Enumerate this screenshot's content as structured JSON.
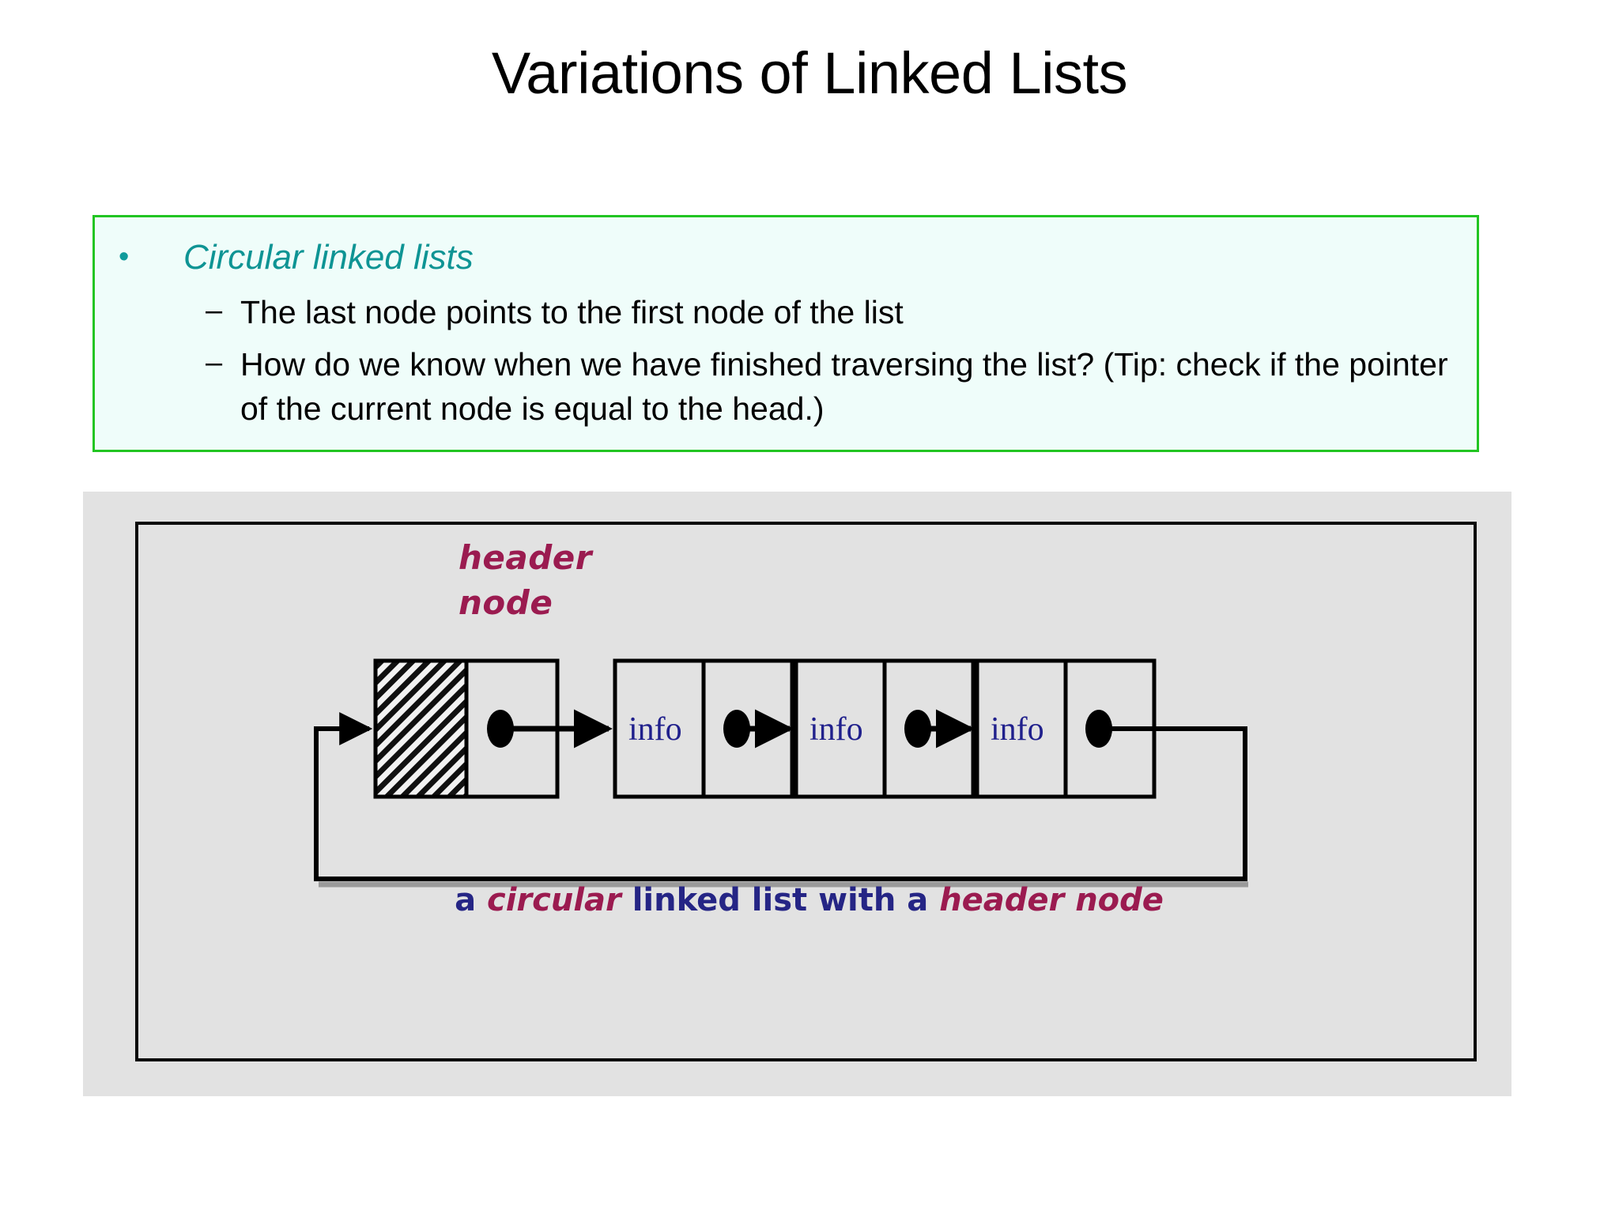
{
  "slide": {
    "title": "Variations of Linked Lists"
  },
  "bullets": {
    "box_border_color": "#22C522",
    "box_fill_color": "#EFFDFA",
    "level1": {
      "marker": "•",
      "text": "Circular linked lists",
      "color": "#0E9494"
    },
    "sub_items": [
      {
        "marker": "–",
        "text": "The last node points to the first node of the list"
      },
      {
        "marker": "–",
        "text": "How do we know when we have finished traversing the list? (Tip: check if the pointer of the current node is equal to the head.)"
      }
    ]
  },
  "figure": {
    "panel_bg": "#E2E2E2",
    "frame_border_color": "#0A0A0A",
    "header_label": {
      "line1": "header",
      "line2": "node",
      "color": "#9B1B50"
    },
    "nodes": [
      {
        "type": "header",
        "info": "",
        "hatched": true
      },
      {
        "type": "data",
        "info": "info",
        "hatched": false
      },
      {
        "type": "data",
        "info": "info",
        "hatched": false
      },
      {
        "type": "data",
        "info": "info",
        "hatched": false
      }
    ],
    "info_text_color": "#20208C",
    "caption_segments": [
      {
        "text": "a ",
        "color": "#252585",
        "style": "normal"
      },
      {
        "text": "circular ",
        "color": "#9B1B50",
        "style": "italic"
      },
      {
        "text": "linked list with a ",
        "color": "#252585",
        "style": "normal"
      },
      {
        "text": "header node",
        "color": "#9B1B50",
        "style": "italic"
      }
    ],
    "caption_plain": "a circular linked list with a header node"
  }
}
